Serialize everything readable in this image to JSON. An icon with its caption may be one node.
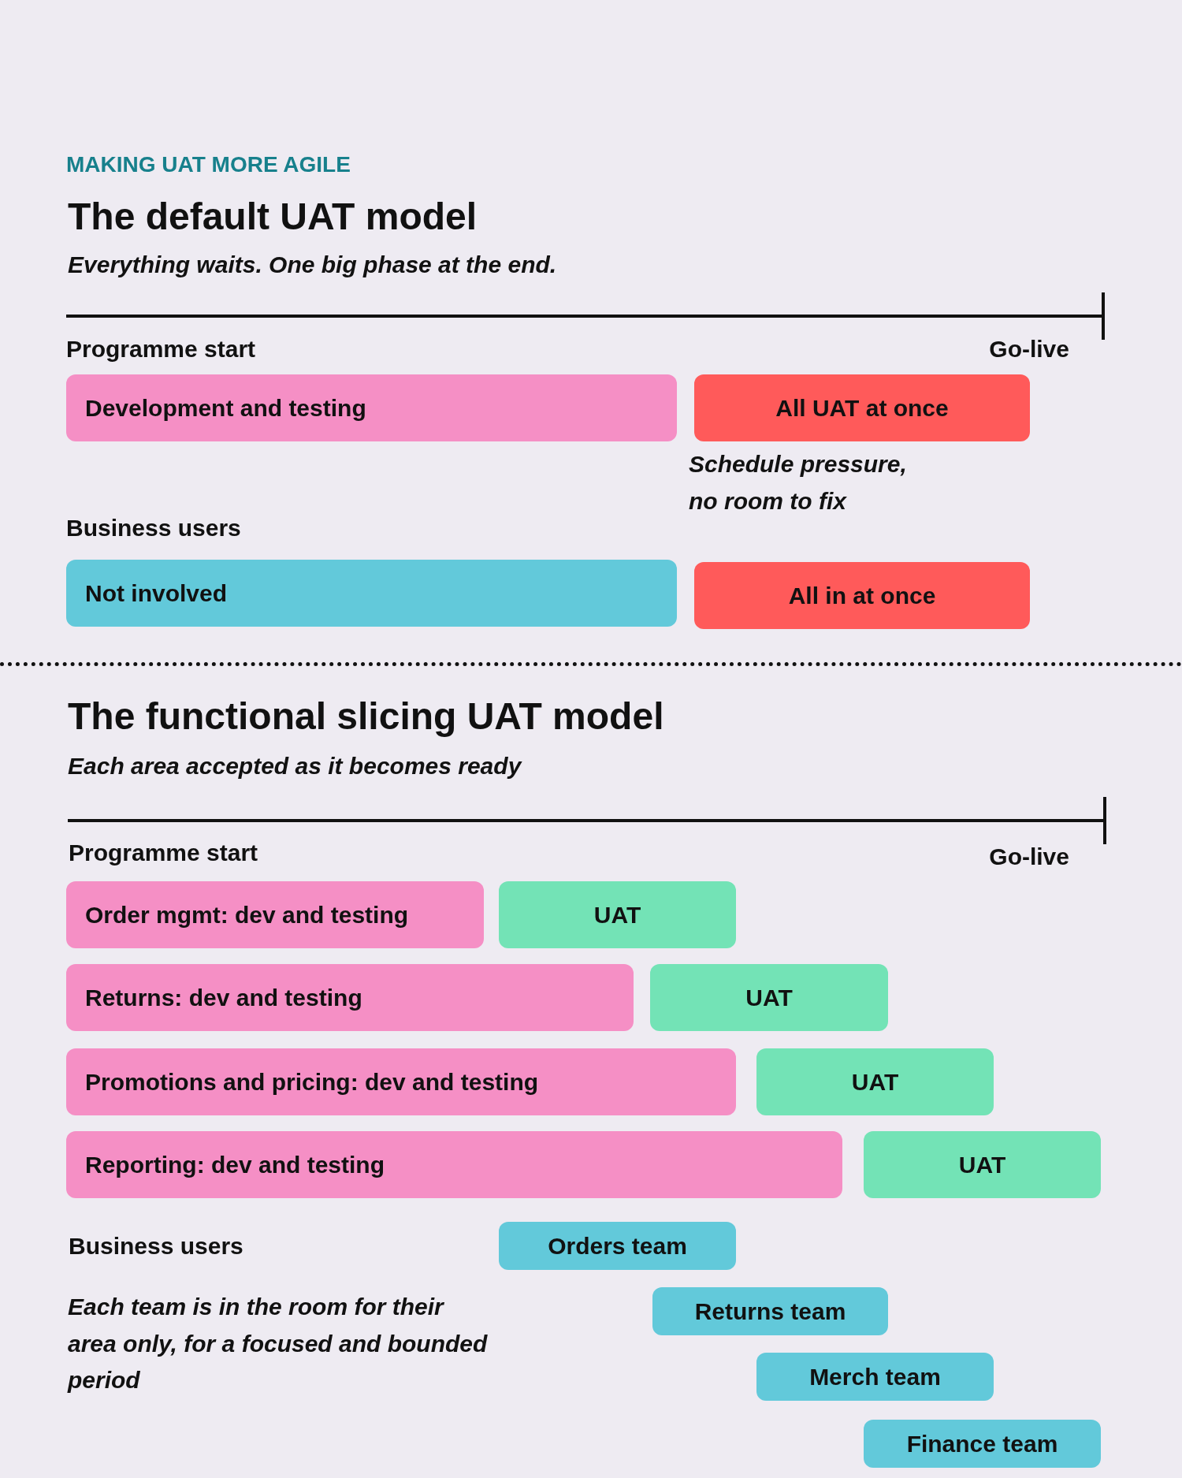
{
  "diagram": {
    "title": "MAKING UAT MORE AGILE",
    "nodes": [
      {
        "text": [
          "Development and testing"
        ]
      },
      {
        "text": [
          "All UAT at once"
        ]
      },
      {
        "text": [
          "Not involved"
        ]
      },
      {
        "text": [
          "All in at once"
        ]
      },
      {
        "text": [
          "Order mgmt: dev and testing"
        ]
      },
      {
        "text": [
          "UAT"
        ]
      },
      {
        "text": [
          "Returns: dev and testing"
        ]
      },
      {
        "text": [
          "UAT"
        ]
      },
      {
        "text": [
          "Promotions and pricing: dev and testing"
        ]
      },
      {
        "text": [
          "UAT"
        ]
      },
      {
        "text": [
          "Reporting: dev and testing"
        ]
      },
      {
        "text": [
          "UAT"
        ]
      },
      {
        "text": [
          "Orders team"
        ]
      },
      {
        "text": [
          "Returns team"
        ]
      },
      {
        "text": [
          "Merch team"
        ]
      },
      {
        "text": [
          "Finance team"
        ]
      }
    ],
    "labels": [
      "The default UAT model",
      "Everything waits. One big phase at the end.",
      "Programme start",
      "Go-live",
      "Schedule pressure, no room to fix",
      "Business users",
      "The functional slicing UAT model",
      "Each area accepted as it becomes ready",
      "Programme start",
      "Go-live",
      "Business users",
      "Each team is in the room for their area only, for a focused and bounded period"
    ]
  }
}
